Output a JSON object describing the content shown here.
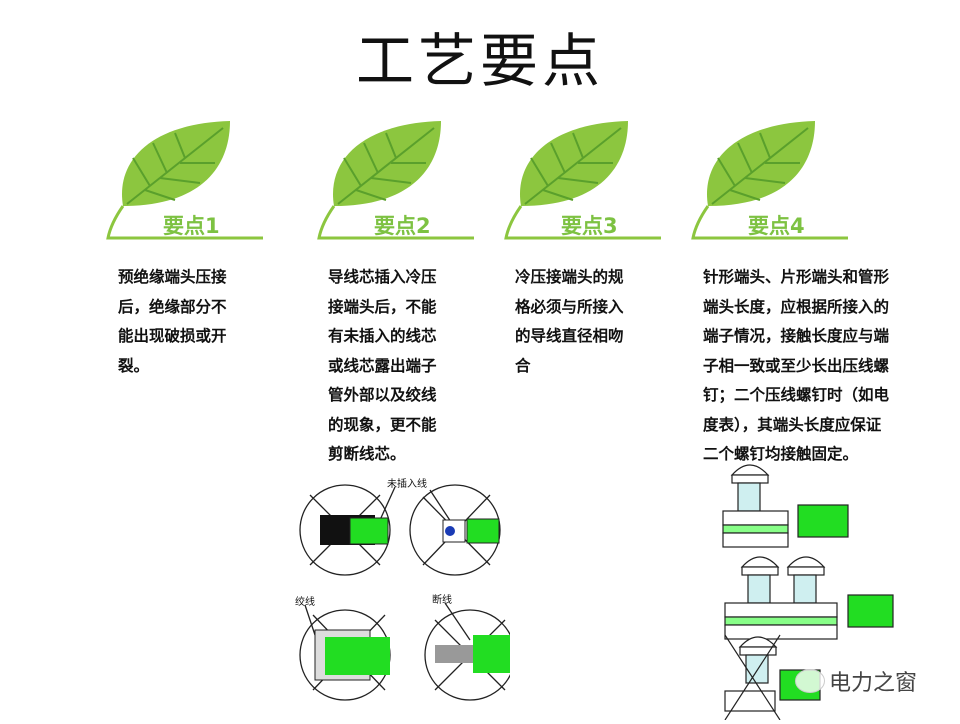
{
  "title": "工艺要点",
  "points": [
    {
      "label": "要点1",
      "lines": [
        "预绝缘端头压接",
        "后，绝缘部分不",
        "能出现破损或开",
        "裂。"
      ]
    },
    {
      "label": "要点2",
      "lines": [
        "导线芯插入冷压",
        "接端头后，不能",
        "有未插入的线芯",
        "或线芯露出端子",
        "管外部以及绞线",
        "的现象，更不能",
        "剪断线芯。"
      ]
    },
    {
      "label": "要点3",
      "lines": [
        "冷压接端头的规",
        "格必须与所接入",
        "的导线直径相吻",
        "合"
      ]
    },
    {
      "label": "要点4",
      "lines": [
        "针形端头、片形端头和管形",
        "端头长度，应根据所接入的",
        "端子情况，接触长度应与端",
        "子相一致或至少长出压线螺",
        "钉；二个压线螺钉时（如电",
        "度表），其端头长度应保证",
        "二个螺钉均接触固定。"
      ]
    }
  ],
  "diagram_labels": {
    "not_inserted": "未插入线",
    "twisted": "绞线",
    "broken": "断线"
  },
  "watermark": "电力之窗",
  "colors": {
    "leaf": "#8cc63f",
    "label": "#7dc242",
    "wire": "#22dd22"
  }
}
